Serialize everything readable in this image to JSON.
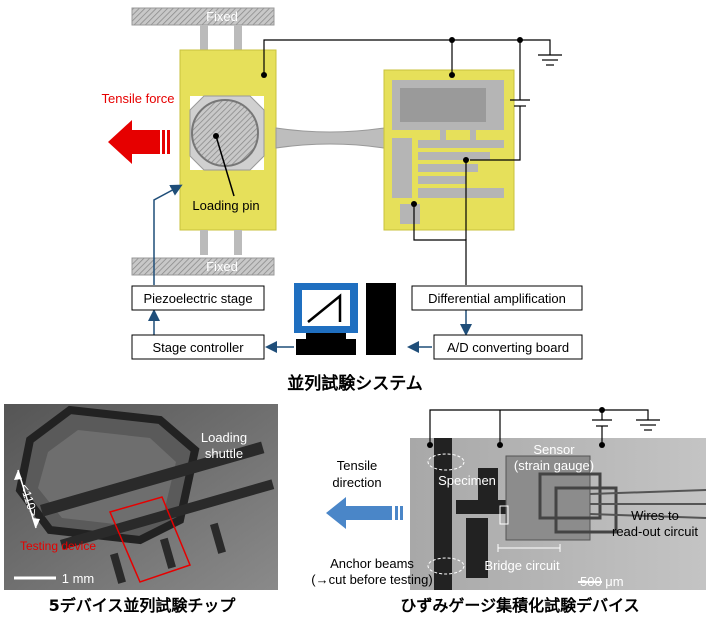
{
  "system": {
    "fixed_top": "Fixed",
    "fixed_bottom": "Fixed",
    "tensile_force": "Tensile force",
    "loading_pin": "Loading pin",
    "piezo_stage": "Piezoelectric stage",
    "stage_controller": "Stage controller",
    "differential_amp": "Differential amplification",
    "ad_board": "A/D converting board",
    "caption": "並列試験システム"
  },
  "chip": {
    "loading_shuttle_line1": "Loading",
    "loading_shuttle_line2": "shuttle",
    "orientation": "<110>",
    "testing_device": "Testing device",
    "scale": "1 mm",
    "caption": "5デバイス並列試験チップ"
  },
  "gauge": {
    "tensile_line1": "Tensile",
    "tensile_line2": "direction",
    "specimen": "Specimen",
    "sensor_line1": "Sensor",
    "sensor_line2": "(strain gauge)",
    "wires_line1": "Wires to",
    "wires_line2": "read-out circuit",
    "anchor_line1": "Anchor beams",
    "anchor_line2": "(→cut before testing)",
    "bridge": "Bridge circuit",
    "scale": "500 μm",
    "caption": "ひずみゲージ集積化試験デバイス"
  },
  "colors": {
    "red_label": "#e60000",
    "blue_line": "#1f4e79",
    "gauge_yellow": "#e6e05a",
    "monitor_blue": "#1f6fc0",
    "arrow_blue": "#4a86c8"
  }
}
